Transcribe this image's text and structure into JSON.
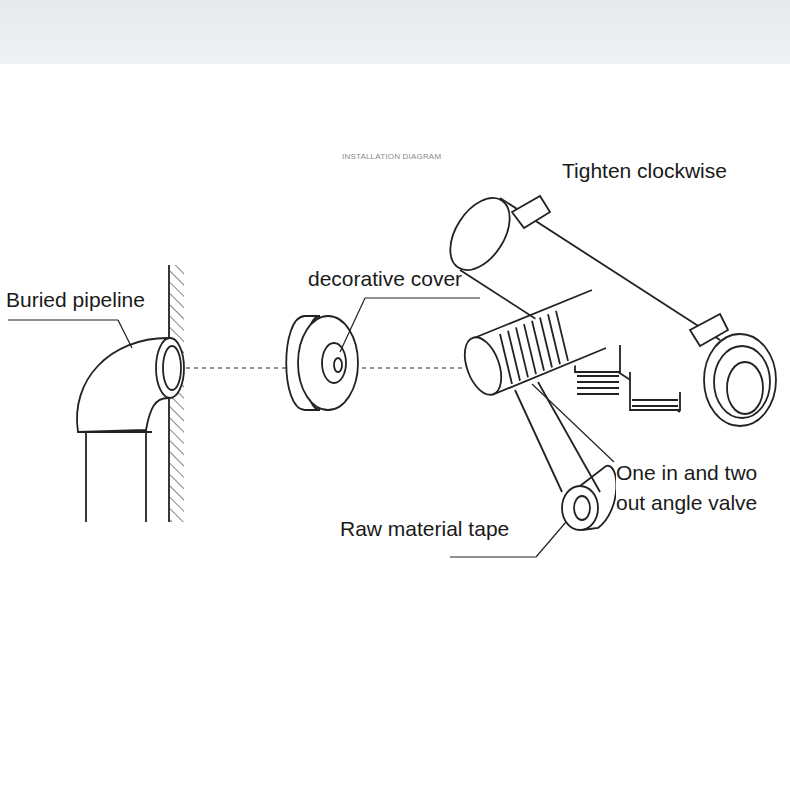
{
  "diagram": {
    "title": "INSTALLATION DIAGRAM",
    "labels": [
      "Tighten clockwise",
      "Buried pipeline",
      "decorative cover",
      "One in and two out angle valve",
      "Raw material tape"
    ]
  }
}
